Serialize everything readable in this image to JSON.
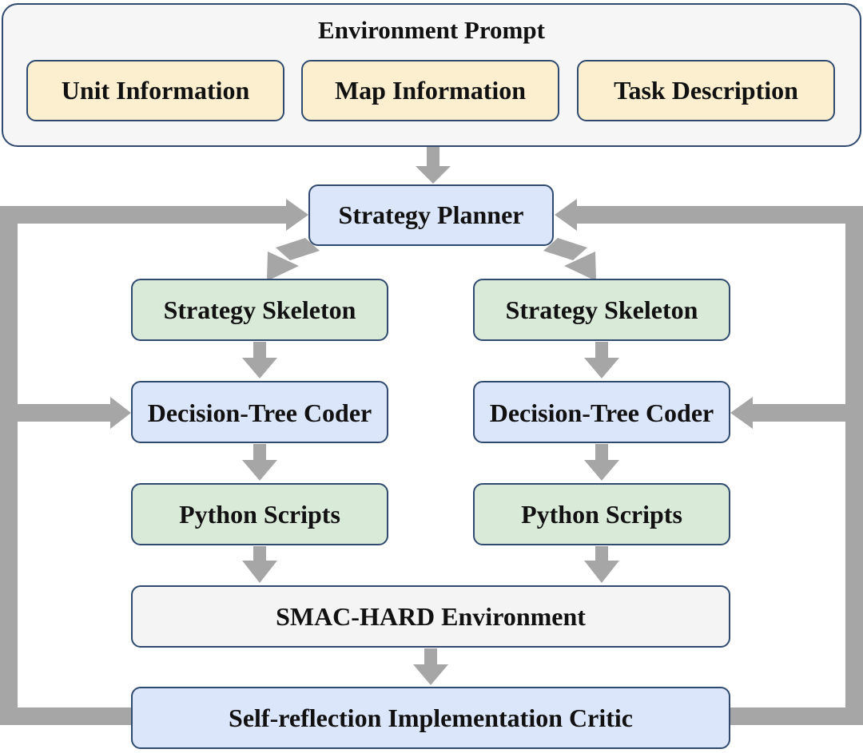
{
  "environment_prompt": {
    "title": "Environment Prompt",
    "items": [
      "Unit Information",
      "Map Information",
      "Task Description"
    ]
  },
  "strategy_planner": "Strategy Planner",
  "branches": [
    {
      "skeleton": "Strategy Skeleton",
      "coder": "Decision-Tree Coder",
      "scripts": "Python Scripts"
    },
    {
      "skeleton": "Strategy Skeleton",
      "coder": "Decision-Tree Coder",
      "scripts": "Python Scripts"
    }
  ],
  "environment": "SMAC-HARD Environment",
  "critic": "Self-reflection Implementation Critic",
  "colors": {
    "arrow": "#a6a6a6",
    "border": "#2f4a6e",
    "yellow": "#fcefcf",
    "blue": "#dbe6fb",
    "green": "#d9ead9",
    "gray": "#f4f4f4"
  }
}
